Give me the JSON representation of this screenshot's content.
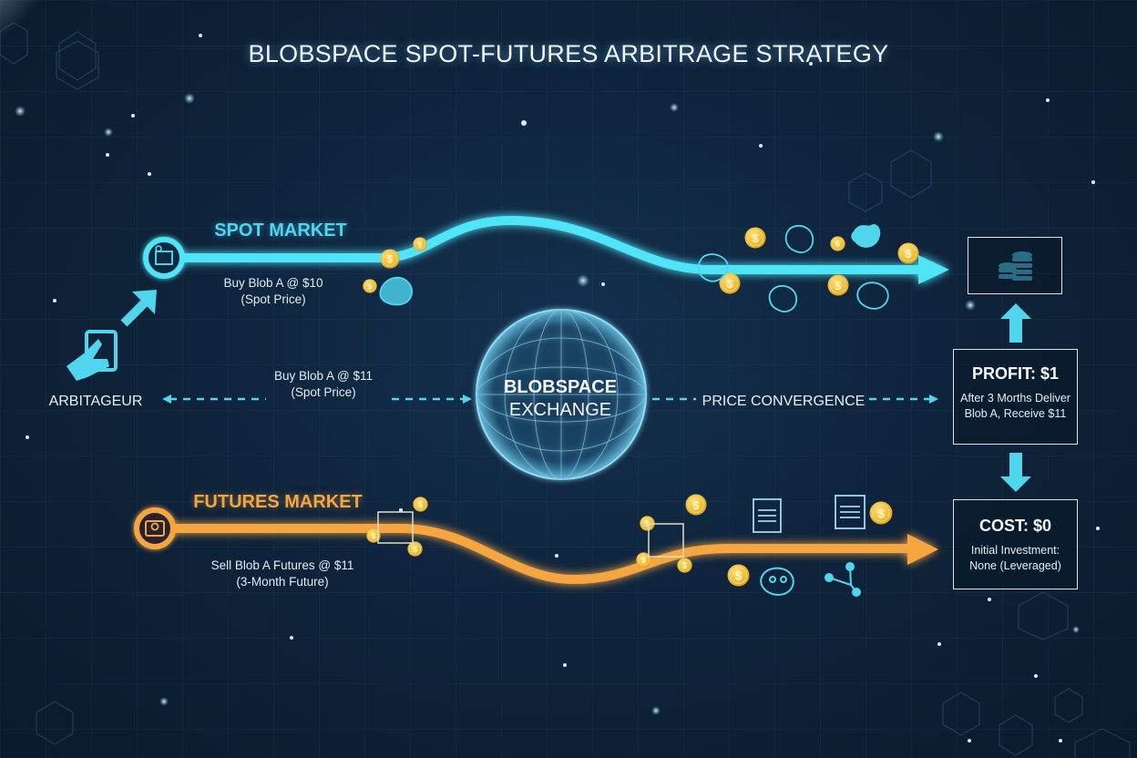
{
  "title": "BLOBSPACE SPOT-FUTURES ARBITRAGE STRATEGY",
  "colors": {
    "background": "#0f243c",
    "spot_accent": "#4fd6ee",
    "futures_accent": "#f5a640",
    "coin": "#f2c12e",
    "text": "#e8f1f8"
  },
  "arbitrageur": {
    "label": "ARBITAGEUR",
    "icon": "hand-tablet-icon"
  },
  "spot_market": {
    "title": "SPOT MARKET",
    "description_line1": "Buy Blob A @ $10",
    "description_line2": "(Spot Price)",
    "icon": "spot-basket-icon"
  },
  "middle_flow": {
    "description_line1": "Buy Blob A @ $11",
    "description_line2": "(Spot Price)",
    "convergence_label": "PRICE CONVERGENCE"
  },
  "exchange": {
    "line1": "BLOBSPACE",
    "line2": "EXCHANGE",
    "icon": "globe-icon"
  },
  "futures_market": {
    "title": "FUTURES MARKET",
    "description_line1": "Sell Blob A Futures @ $11",
    "description_line2": "(3-Month Future)",
    "icon": "futures-ticket-icon"
  },
  "outcome": {
    "coins_icon": "coin-stack-icon",
    "profit": {
      "heading": "PROFIT: $1",
      "line1": "After 3 Morths Deliver",
      "line2": "Blob A, Receive $11"
    },
    "cost": {
      "heading": "COST: $0",
      "line1": "Initial Investment:",
      "line2": "None (Leveraged)"
    }
  }
}
